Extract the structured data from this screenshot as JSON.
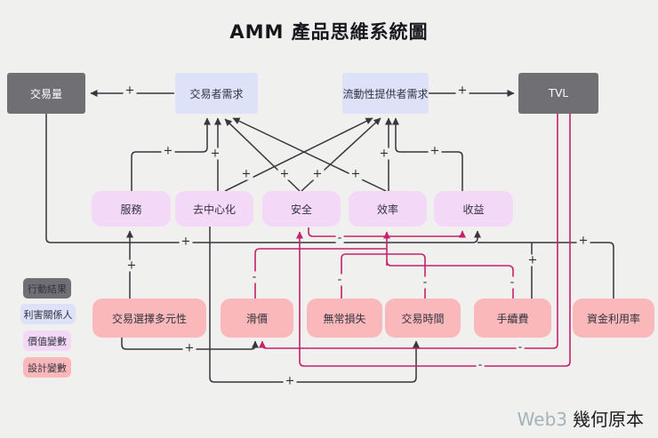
{
  "title": "AMM 產品思維系統圖",
  "watermark": {
    "prefix": "Web3",
    "suffix": "幾何原本"
  },
  "colors": {
    "background": "#f0f0ef",
    "action_result_box": "#707074",
    "stakeholder_box": "#dee2f8",
    "value_variable_box": "#f4d8f7",
    "design_variable_box": "#fab8ba",
    "black_line": "#36363c",
    "pink_line": "#c6216a"
  },
  "nodes": {
    "volume": {
      "label": "交易量",
      "type": "action-result"
    },
    "trader_demand": {
      "label": "交易者需求",
      "type": "stakeholder"
    },
    "lp_demand": {
      "label": "流動性提供者需求",
      "type": "stakeholder"
    },
    "tvl": {
      "label": "TVL",
      "type": "action-result"
    },
    "service": {
      "label": "服務",
      "type": "value-variable"
    },
    "decentralization": {
      "label": "去中心化",
      "type": "value-variable"
    },
    "security": {
      "label": "安全",
      "type": "value-variable"
    },
    "efficiency": {
      "label": "效率",
      "type": "value-variable"
    },
    "revenue": {
      "label": "收益",
      "type": "value-variable"
    },
    "asset_variety": {
      "label": "交易選擇多元性",
      "type": "design-variable"
    },
    "slippage": {
      "label": "滑價",
      "type": "design-variable"
    },
    "impermanent_loss": {
      "label": "無常損失",
      "type": "design-variable"
    },
    "trade_time": {
      "label": "交易時間",
      "type": "design-variable"
    },
    "fee": {
      "label": "手續費",
      "type": "design-variable"
    },
    "capital_utilization": {
      "label": "資金利用率",
      "type": "design-variable"
    }
  },
  "legend": [
    {
      "label": "行動結果",
      "type": "action-result"
    },
    {
      "label": "利害關係人",
      "type": "stakeholder"
    },
    {
      "label": "價值變數",
      "type": "value-variable"
    },
    {
      "label": "設計變數",
      "type": "design-variable"
    }
  ],
  "edges": [
    {
      "from": "trader_demand",
      "to": "volume",
      "sign": "+"
    },
    {
      "from": "lp_demand",
      "to": "tvl",
      "sign": "+"
    },
    {
      "from": "service",
      "to": "trader_demand",
      "sign": "+"
    },
    {
      "from": "decentralization",
      "to": "trader_demand",
      "sign": "+"
    },
    {
      "from": "decentralization",
      "to": "lp_demand",
      "sign": "+"
    },
    {
      "from": "security",
      "to": "trader_demand",
      "sign": "+"
    },
    {
      "from": "security",
      "to": "lp_demand",
      "sign": "+"
    },
    {
      "from": "efficiency",
      "to": "trader_demand",
      "sign": "+"
    },
    {
      "from": "efficiency",
      "to": "lp_demand",
      "sign": "+"
    },
    {
      "from": "revenue",
      "to": "lp_demand",
      "sign": "+"
    },
    {
      "from": "volume",
      "to": "revenue",
      "sign": "+"
    },
    {
      "from": "fee",
      "to": "revenue",
      "sign": "+"
    },
    {
      "from": "capital_utilization",
      "to": "revenue",
      "sign": "+"
    },
    {
      "from": "asset_variety",
      "to": "service",
      "sign": "+"
    },
    {
      "from": "asset_variety",
      "to": "slippage",
      "sign": "+"
    },
    {
      "from": "decentralization",
      "to": "trade_time",
      "sign": "+"
    },
    {
      "from": "tvl",
      "to": "slippage",
      "sign": "-"
    },
    {
      "from": "tvl",
      "to": "security",
      "sign": "-"
    },
    {
      "from": "security",
      "to": "revenue",
      "sign": "-"
    },
    {
      "from": "slippage",
      "to": "efficiency",
      "sign": "-"
    },
    {
      "from": "impermanent_loss",
      "to": "efficiency",
      "sign": "-"
    },
    {
      "from": "trade_time",
      "to": "efficiency",
      "sign": "-"
    },
    {
      "from": "fee",
      "to": "efficiency",
      "sign": "-"
    }
  ]
}
